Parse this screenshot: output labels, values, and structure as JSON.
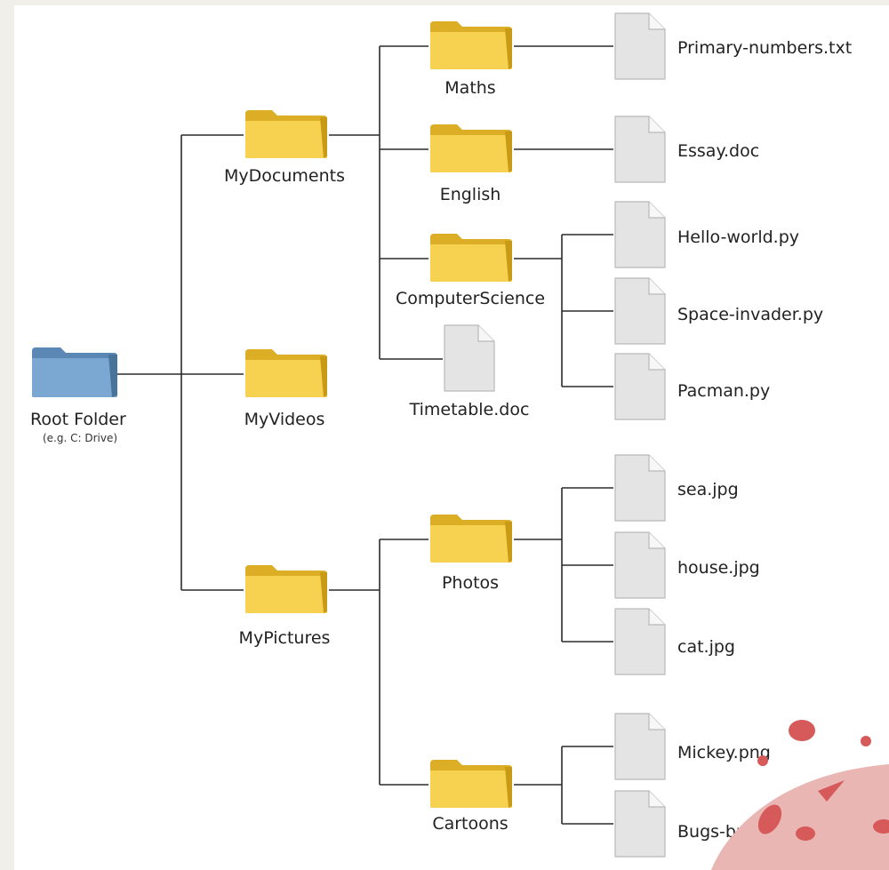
{
  "root": {
    "name": "Root Folder",
    "note": "(e.g. C: Drive)"
  },
  "folders": {
    "mydocuments": "MyDocuments",
    "myvideos": "MyVideos",
    "mypictures": "MyPictures",
    "maths": "Maths",
    "english": "English",
    "computerscience": "ComputerScience",
    "photos": "Photos",
    "cartoons": "Cartoons"
  },
  "files": {
    "timetable": "Timetable.doc",
    "primary_numbers": "Primary-numbers.txt",
    "essay": "Essay.doc",
    "hello_world": "Hello-world.py",
    "space_invader": "Space-invader.py",
    "pacman": "Pacman.py",
    "sea": "sea.jpg",
    "house": "house.jpg",
    "cat": "cat.jpg",
    "mickey": "Mickey.png",
    "bugs": "Bugs-bunny.png"
  },
  "colors": {
    "root_folder": "#6f9fcb",
    "folder": "#f3cd45",
    "file": "#e6e6e6",
    "decoration": "#d65a5a"
  }
}
